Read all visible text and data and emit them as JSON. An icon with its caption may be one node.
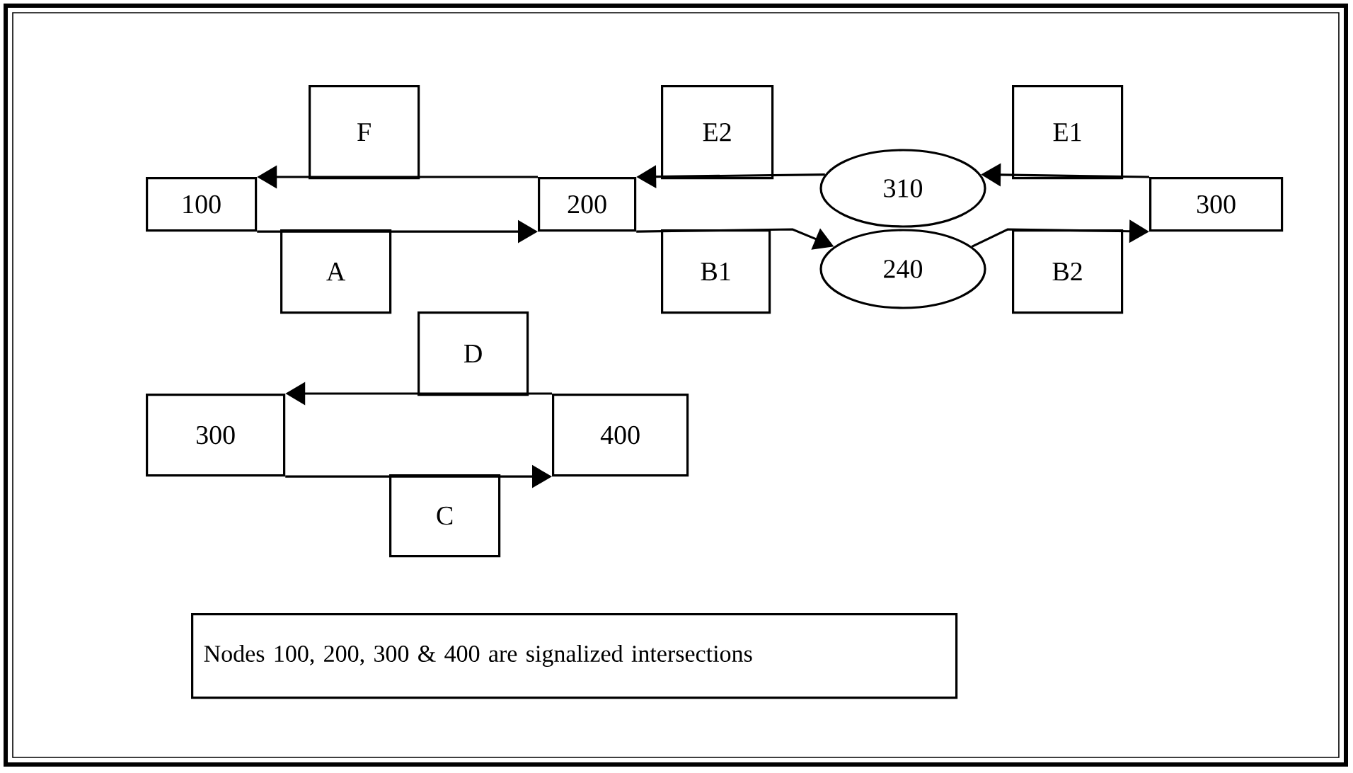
{
  "diagram": {
    "nodes": [
      {
        "text": [
          "F"
        ]
      },
      {
        "text": [
          "100"
        ]
      },
      {
        "text": [
          "A"
        ]
      },
      {
        "text": [
          "E2"
        ]
      },
      {
        "text": [
          "200"
        ]
      },
      {
        "text": [
          "B1"
        ]
      },
      {
        "text": [
          "E1"
        ]
      },
      {
        "text": [
          "310"
        ]
      },
      {
        "text": [
          "240"
        ]
      },
      {
        "text": [
          "300"
        ]
      },
      {
        "text": [
          "B2"
        ]
      },
      {
        "text": [
          "D"
        ]
      },
      {
        "text": [
          "300"
        ]
      },
      {
        "text": [
          "400"
        ]
      },
      {
        "text": [
          "C"
        ]
      },
      {
        "text": [
          "Nodes 100, 200, 300 & 400 are signalized intersections"
        ]
      }
    ],
    "edges": [
      {
        "from": 4,
        "to": 1,
        "arrow": "to"
      },
      {
        "from": 1,
        "to": 4,
        "arrow": "to"
      },
      {
        "from": 7,
        "to": 4,
        "arrow": "to"
      },
      {
        "from": 9,
        "to": 7,
        "arrow": "to"
      },
      {
        "from": 4,
        "to": 8,
        "arrow": "to"
      },
      {
        "from": 8,
        "to": 9,
        "arrow": "to"
      },
      {
        "from": 13,
        "to": 12,
        "arrow": "to"
      },
      {
        "from": 12,
        "to": 13,
        "arrow": "to"
      }
    ]
  }
}
